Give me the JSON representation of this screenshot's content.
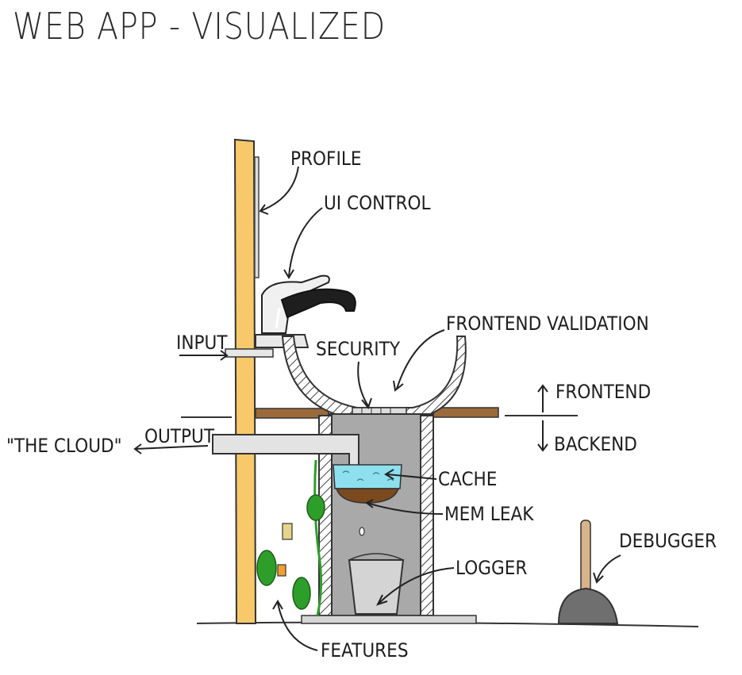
{
  "title": "WEB APP - VISUALIZED",
  "labels": {
    "profile": "PROFILE",
    "ui_control": "UI CONTROL",
    "frontend_validation": "FRONTEND VALIDATION",
    "input": "INPUT",
    "security": "SECURITY",
    "frontend": "FRONTEND",
    "backend": "BACKEND",
    "the_cloud": "\"THE CLOUD\"",
    "output": "OUTPUT",
    "cache": "CACHE",
    "mem_leak": "MEM LEAK",
    "debugger": "DEBUGGER",
    "logger": "LOGGER",
    "features": "FEATURES"
  },
  "colors": {
    "wall": "#f7c96a",
    "shelf": "#9b6a3a",
    "water": "#8fe0ee",
    "leak": "#7a4a1e",
    "pipe": "#e3e3e3",
    "drain": "#a9a9a9",
    "plunger_handle": "#d8b48a",
    "plunger_cup": "#6f6f6f",
    "bugs": "#2e9e2a"
  }
}
